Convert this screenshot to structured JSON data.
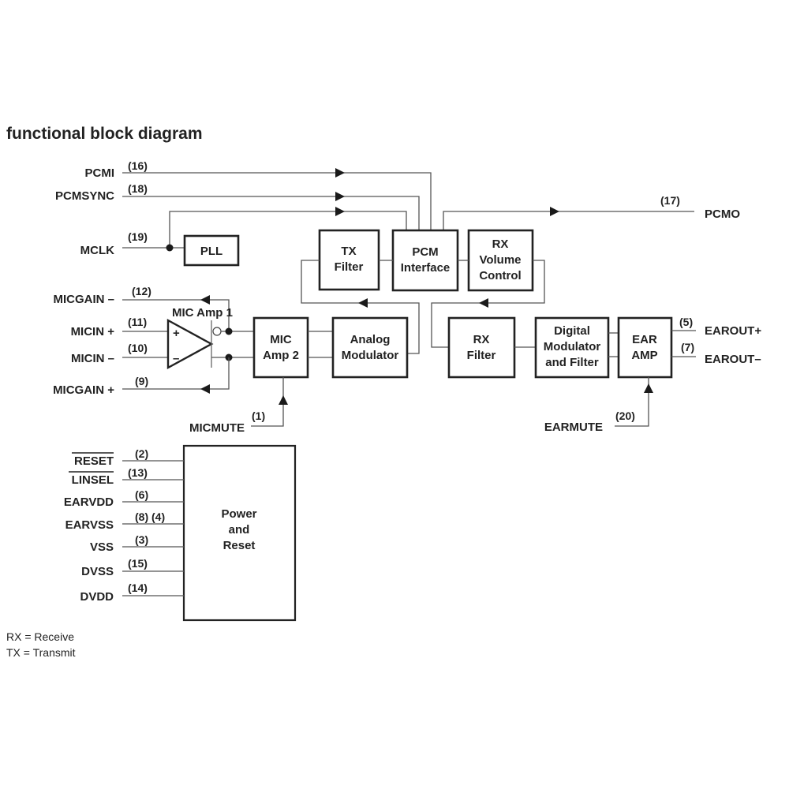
{
  "title": "functional block diagram",
  "inputs_top": [
    {
      "name": "PCMI",
      "pin": "(16)"
    },
    {
      "name": "PCMSYNC",
      "pin": "(18)"
    },
    {
      "name": "MCLK",
      "pin": "(19)"
    }
  ],
  "output_top": {
    "name": "PCMO",
    "pin": "(17)"
  },
  "blocks": {
    "pll": "PLL",
    "tx_filter": [
      "TX",
      "Filter"
    ],
    "pcm_interface": [
      "PCM",
      "Interface"
    ],
    "rx_volume": [
      "RX",
      "Volume",
      "Control"
    ],
    "mic_amp1": "MIC Amp 1",
    "mic_amp2": [
      "MIC",
      "Amp 2"
    ],
    "analog_modulator": [
      "Analog",
      "Modulator"
    ],
    "rx_filter": [
      "RX",
      "Filter"
    ],
    "digital_modulator": [
      "Digital",
      "Modulator",
      "and Filter"
    ],
    "ear_amp": [
      "EAR",
      "AMP"
    ],
    "power_reset": [
      "Power",
      "and",
      "Reset"
    ]
  },
  "opamp": {
    "plus": "+",
    "minus": "–"
  },
  "mic_pins": [
    {
      "name": "MICGAIN –",
      "pin": "(12)"
    },
    {
      "name": "MICIN +",
      "pin": "(11)"
    },
    {
      "name": "MICIN –",
      "pin": "(10)"
    },
    {
      "name": "MICGAIN +",
      "pin": "(9)"
    }
  ],
  "micmute": {
    "name": "MICMUTE",
    "pin": "(1)"
  },
  "ear_outputs": [
    {
      "name": "EAROUT+",
      "pin": "(5)"
    },
    {
      "name": "EAROUT–",
      "pin": "(7)"
    }
  ],
  "earmute": {
    "name": "EARMUTE",
    "pin": "(20)"
  },
  "power_pins": [
    {
      "name": "RESET",
      "pin": "(2)",
      "overbar": true
    },
    {
      "name": "LINSEL",
      "pin": "(13)",
      "overbar": true
    },
    {
      "name": "EARVDD",
      "pin": "(6)"
    },
    {
      "name": "EARVSS",
      "pin": "(8) (4)"
    },
    {
      "name": "VSS",
      "pin": "(3)"
    },
    {
      "name": "DVSS",
      "pin": "(15)"
    },
    {
      "name": "DVDD",
      "pin": "(14)"
    }
  ],
  "legend": [
    "RX = Receive",
    "TX = Transmit"
  ]
}
